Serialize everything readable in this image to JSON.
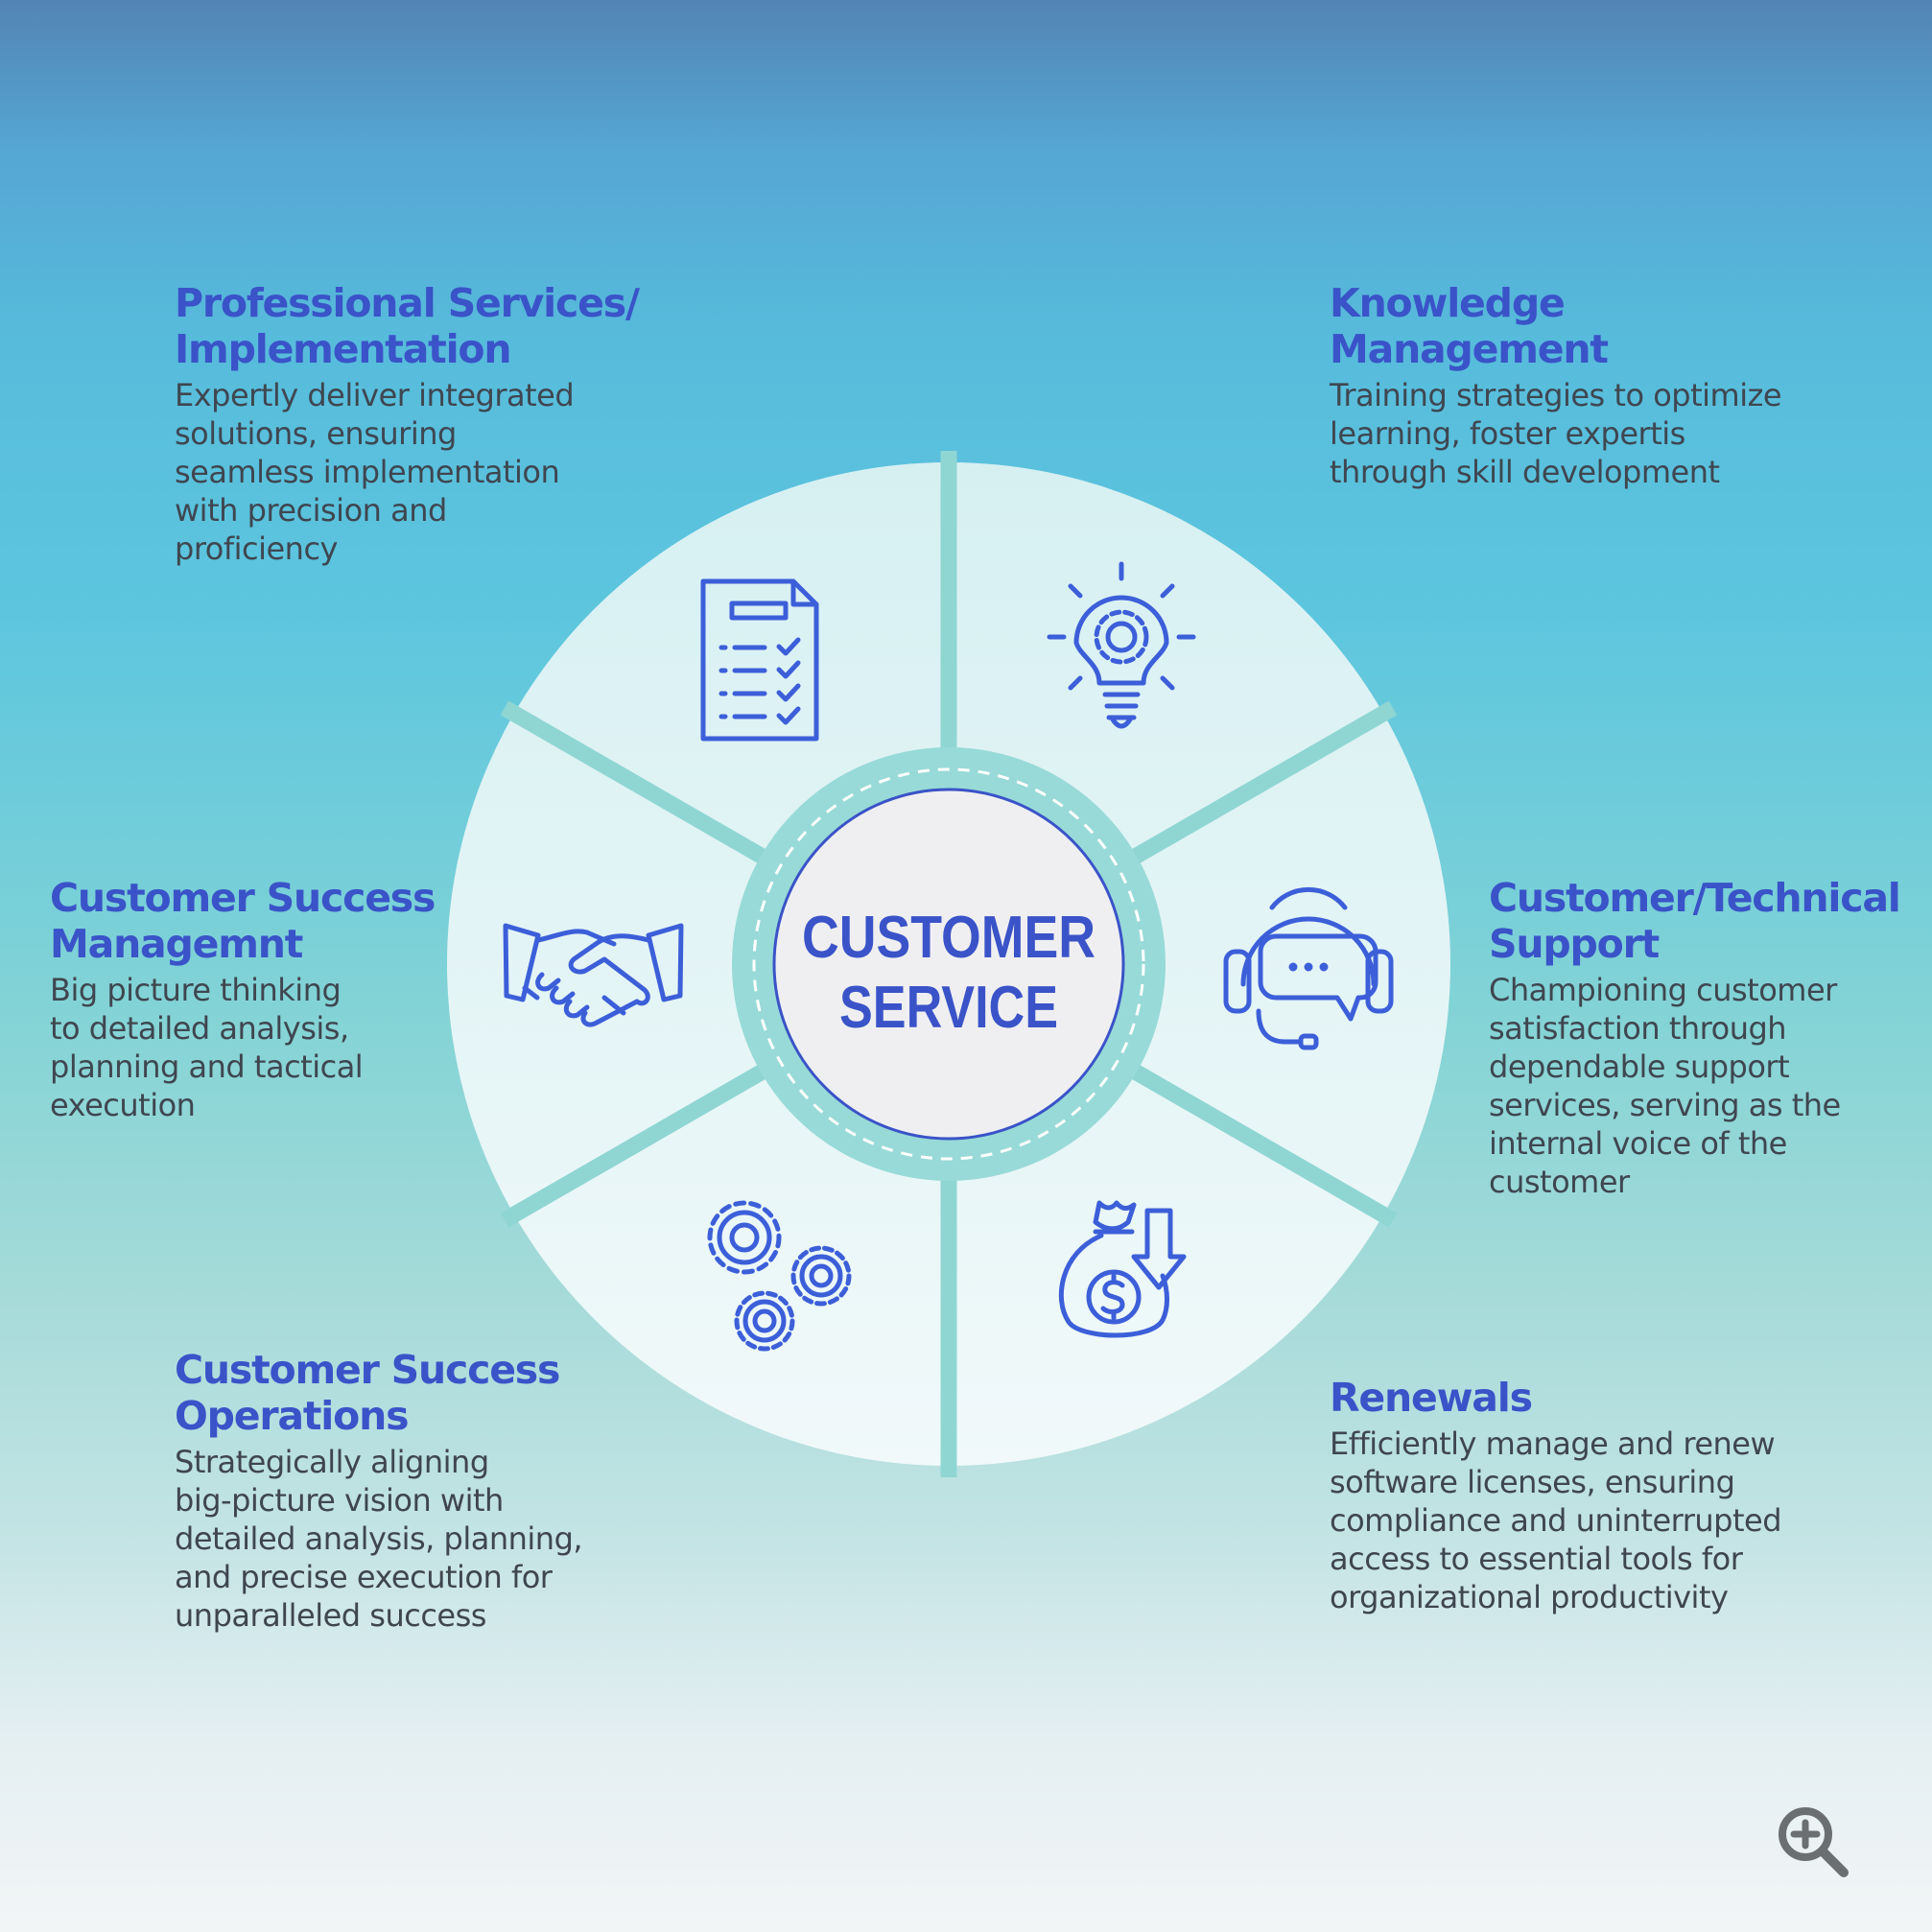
{
  "center": {
    "line1": "CUSTOMER",
    "line2": "SERVICE"
  },
  "segments": [
    {
      "id": "professional-services",
      "icon": "checklist-document-icon",
      "title": [
        "Professional Services/",
        "Implementation"
      ],
      "desc": [
        "Expertly deliver integrated",
        "solutions, ensuring",
        "seamless implementation",
        "with precision and",
        "proficiency"
      ]
    },
    {
      "id": "knowledge-management",
      "icon": "lightbulb-gear-icon",
      "title": [
        "Knowledge",
        "Management"
      ],
      "desc": [
        "Training strategies to optimize",
        "learning, foster expertis",
        "through skill development"
      ]
    },
    {
      "id": "customer-success-management",
      "icon": "handshake-icon",
      "title": [
        "Customer Success",
        "Managemnt"
      ],
      "desc": [
        "Big picture thinking",
        "to detailed analysis,",
        "planning and tactical",
        "execution"
      ]
    },
    {
      "id": "technical-support",
      "icon": "headset-chat-icon",
      "title": [
        "Customer/Technical",
        "Support"
      ],
      "desc": [
        "Championing customer",
        "satisfaction through",
        "dependable support",
        "services, serving as the",
        "internal voice of the",
        "customer"
      ]
    },
    {
      "id": "customer-success-operations",
      "icon": "gears-icon",
      "title": [
        "Customer Success",
        "Operations"
      ],
      "desc": [
        "Strategically aligning",
        "big-picture vision with",
        "detailed analysis, planning,",
        "and precise execution for",
        "unparalleled success"
      ]
    },
    {
      "id": "renewals",
      "icon": "money-bag-down-arrow-icon",
      "title": [
        "Renewals"
      ],
      "desc": [
        "Efficiently manage and renew",
        "software licenses, ensuring",
        "compliance and uninterrupted",
        "access to essential tools for",
        "organizational productivity"
      ]
    }
  ],
  "controls": {
    "zoom_icon": "zoom-in-icon"
  },
  "colors": {
    "accent": "#3a53c8",
    "body_text": "#3f4650",
    "ring": "#99dbd8",
    "segment_fill": "#e3f4f6",
    "center_fill": "#efeff1"
  }
}
